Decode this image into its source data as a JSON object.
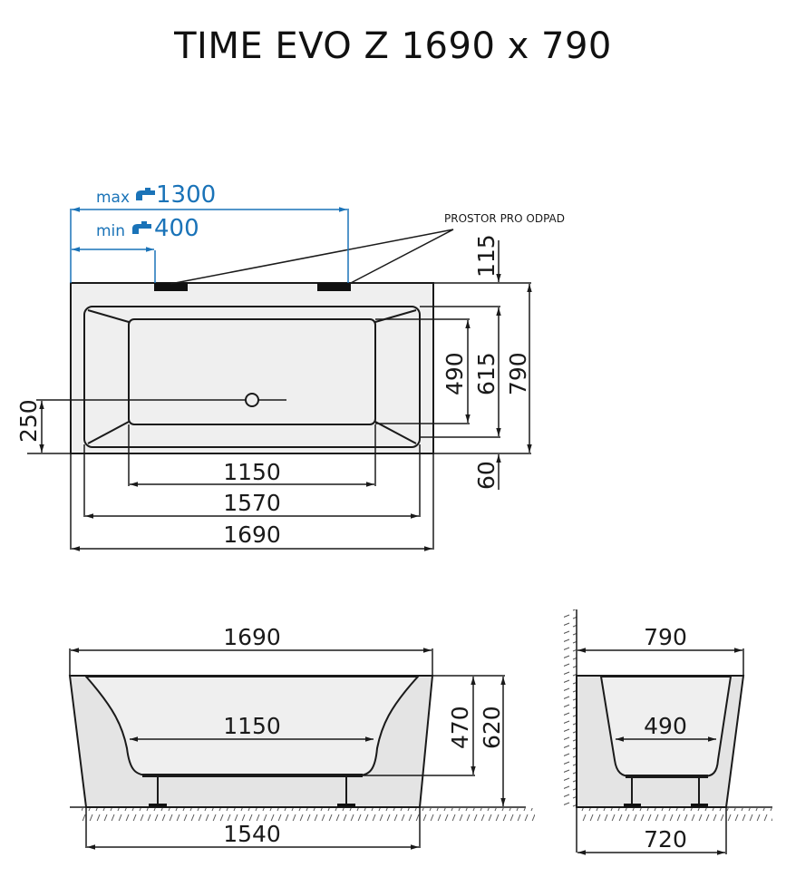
{
  "title": "TIME EVO Z 1690 x 790",
  "colors": {
    "line": "#1a1a1a",
    "blue_dimension": "#1a73b8",
    "body_fill": "#e6e6e6",
    "inner_fill": "#efefef"
  },
  "top_view": {
    "faucet_max": {
      "prefix": "max",
      "icon": "faucet-icon",
      "value": "1300"
    },
    "faucet_min": {
      "prefix": "min",
      "icon": "faucet-icon",
      "value": "400"
    },
    "drain_space_label": "PROSTOR PRO ODPAD",
    "dimensions": {
      "top_offset": "115",
      "inner_width": "490",
      "mid_width": "615",
      "outer_width": "790",
      "bottom_offset": "60",
      "drain_offset": "250",
      "inner_length": "1150",
      "mid_length": "1570",
      "outer_length": "1690"
    }
  },
  "front_view": {
    "dimensions": {
      "top_length": "1690",
      "inner_length": "1150",
      "inner_height": "470",
      "total_height": "620",
      "base_length": "1540"
    }
  },
  "side_view": {
    "dimensions": {
      "top_width": "790",
      "inner_width": "490",
      "base_width": "720"
    }
  }
}
